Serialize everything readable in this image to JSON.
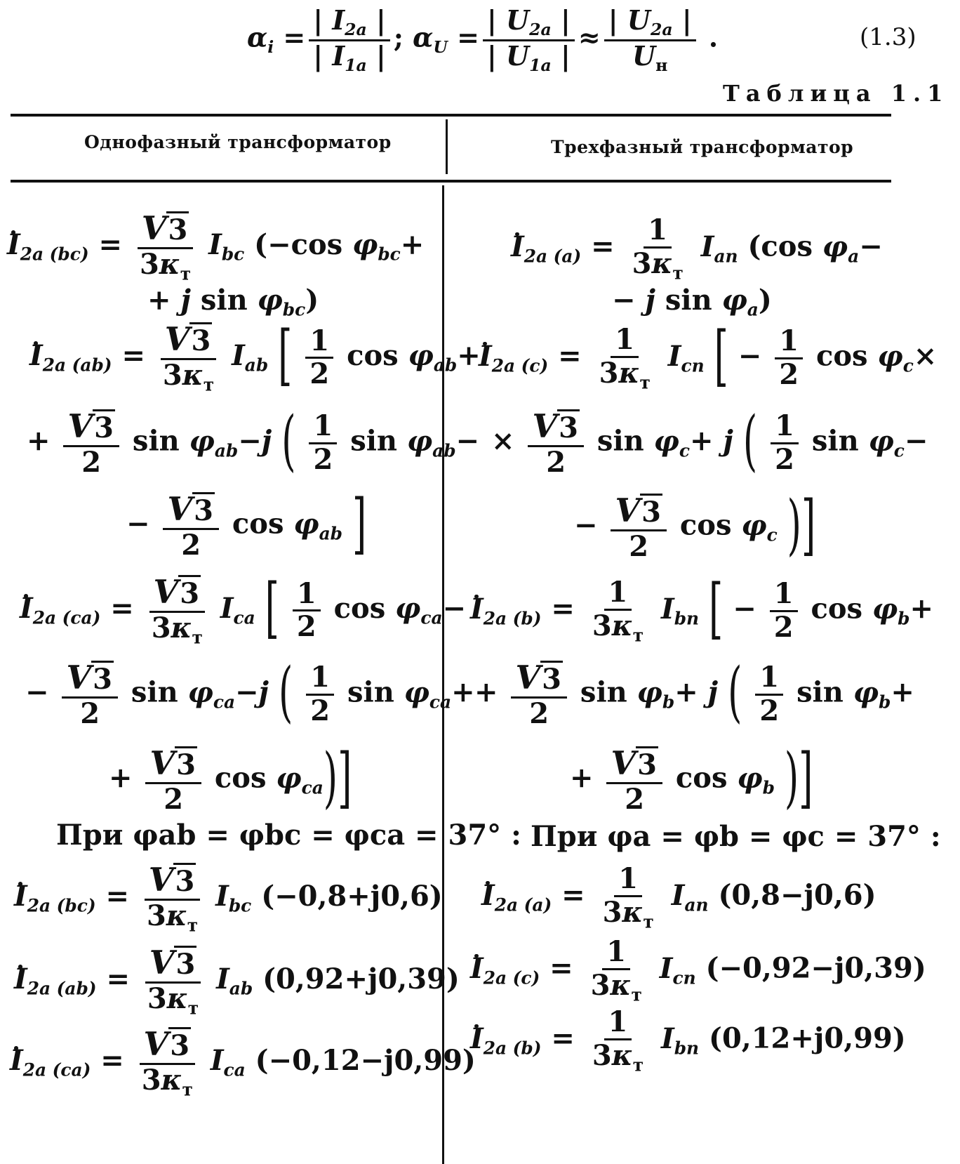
{
  "equation_1_3": {
    "alpha_i": "α",
    "alpha_u": "α",
    "sub_i": "i",
    "sub_u": "U",
    "i2a": "| I",
    "i2a_sub": "2a",
    "i1a": "| I",
    "i1a_sub": "1a",
    "u2a": "| U",
    "u2a_sub": "2a",
    "u1a": "| U",
    "u1a_sub": "1a",
    "un": "U",
    "un_sub": "н",
    "number": "(1.3)"
  },
  "table_caption": "Таблица 1.1",
  "columns": [
    "Однофазный трансформатор",
    "Трехфазный трансформатор"
  ],
  "condition_left": "При φab = φbc = φca = 37° :",
  "condition_right": "При φa = φb = φc = 37° :",
  "results_left": [
    {
      "sub": "2a (bc)",
      "current": "I",
      "current_sub": "bc",
      "value": "(−0,8+j0,6)"
    },
    {
      "sub": "2a (ab)",
      "current": "I",
      "current_sub": "ab",
      "value": "(0,92+j0,39)"
    },
    {
      "sub": "2a (ca)",
      "current": "I",
      "current_sub": "ca",
      "value": "(−0,12−j0,99)"
    }
  ],
  "results_right": [
    {
      "sub": "2a (a)",
      "current": "I",
      "current_sub": "aп",
      "value": "(0,8−j0,6)"
    },
    {
      "sub": "2a (c)",
      "current": "I",
      "current_sub": "cп",
      "value": "(−0,92−j0,39)"
    },
    {
      "sub": "2a (b)",
      "current": "I",
      "current_sub": "bп",
      "value": "(0,12+j0,99)"
    }
  ]
}
